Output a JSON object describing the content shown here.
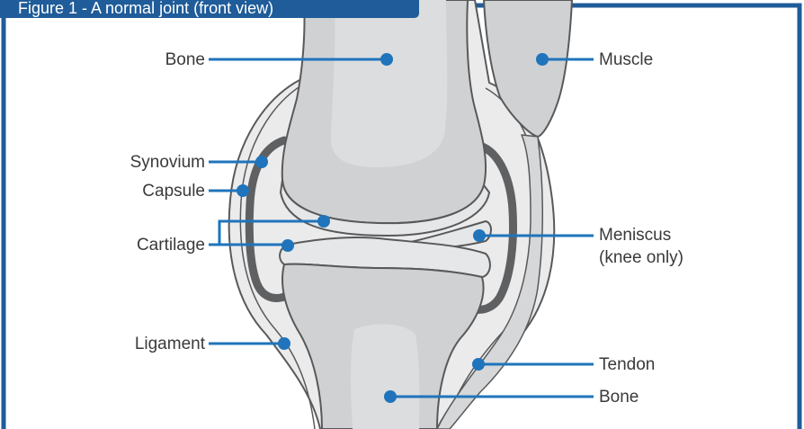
{
  "figure": {
    "title": "Figure 1 - A normal joint (front view)"
  },
  "labels": {
    "bone_top": "Bone",
    "muscle": "Muscle",
    "synovium": "Synovium",
    "capsule": "Capsule",
    "cartilage": "Cartilage",
    "meniscus_line1": "Meniscus",
    "meniscus_line2": "(knee only)",
    "ligament": "Ligament",
    "tendon": "Tendon",
    "bone_bottom": "Bone"
  },
  "colors": {
    "frame": "#1f5c99",
    "leader": "#1f74bb",
    "bone": "#cfd1d3",
    "bone_light": "#dfe0e1",
    "soft_tissue": "#e6e7e8",
    "synovium": "#5f6062",
    "outline": "#58595b"
  }
}
